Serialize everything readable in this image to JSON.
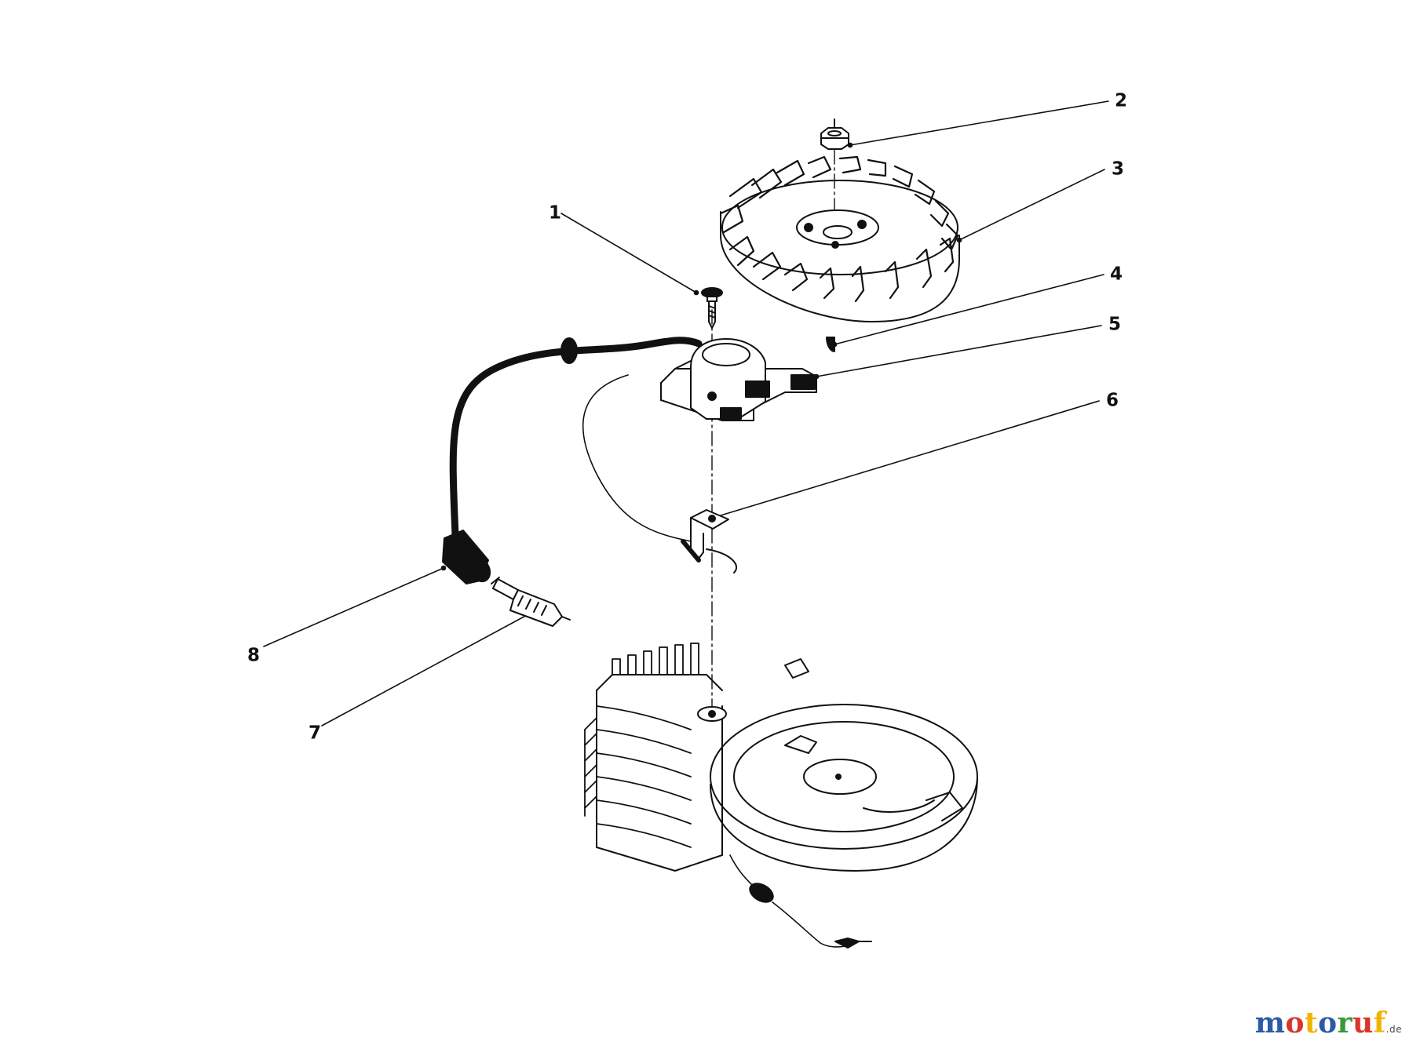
{
  "diagram": {
    "part_numbers": [
      "1",
      "2",
      "3",
      "4",
      "5",
      "6",
      "7",
      "8"
    ]
  },
  "watermark": {
    "parts": [
      "m",
      "o",
      "t",
      "o",
      "r",
      "u",
      "f"
    ],
    "suffix": ".de",
    "colors": [
      "#2a5aa8",
      "#d8362b",
      "#f0b400",
      "#2a5aa8",
      "#3a9a3a",
      "#d8362b",
      "#f0b400"
    ]
  }
}
